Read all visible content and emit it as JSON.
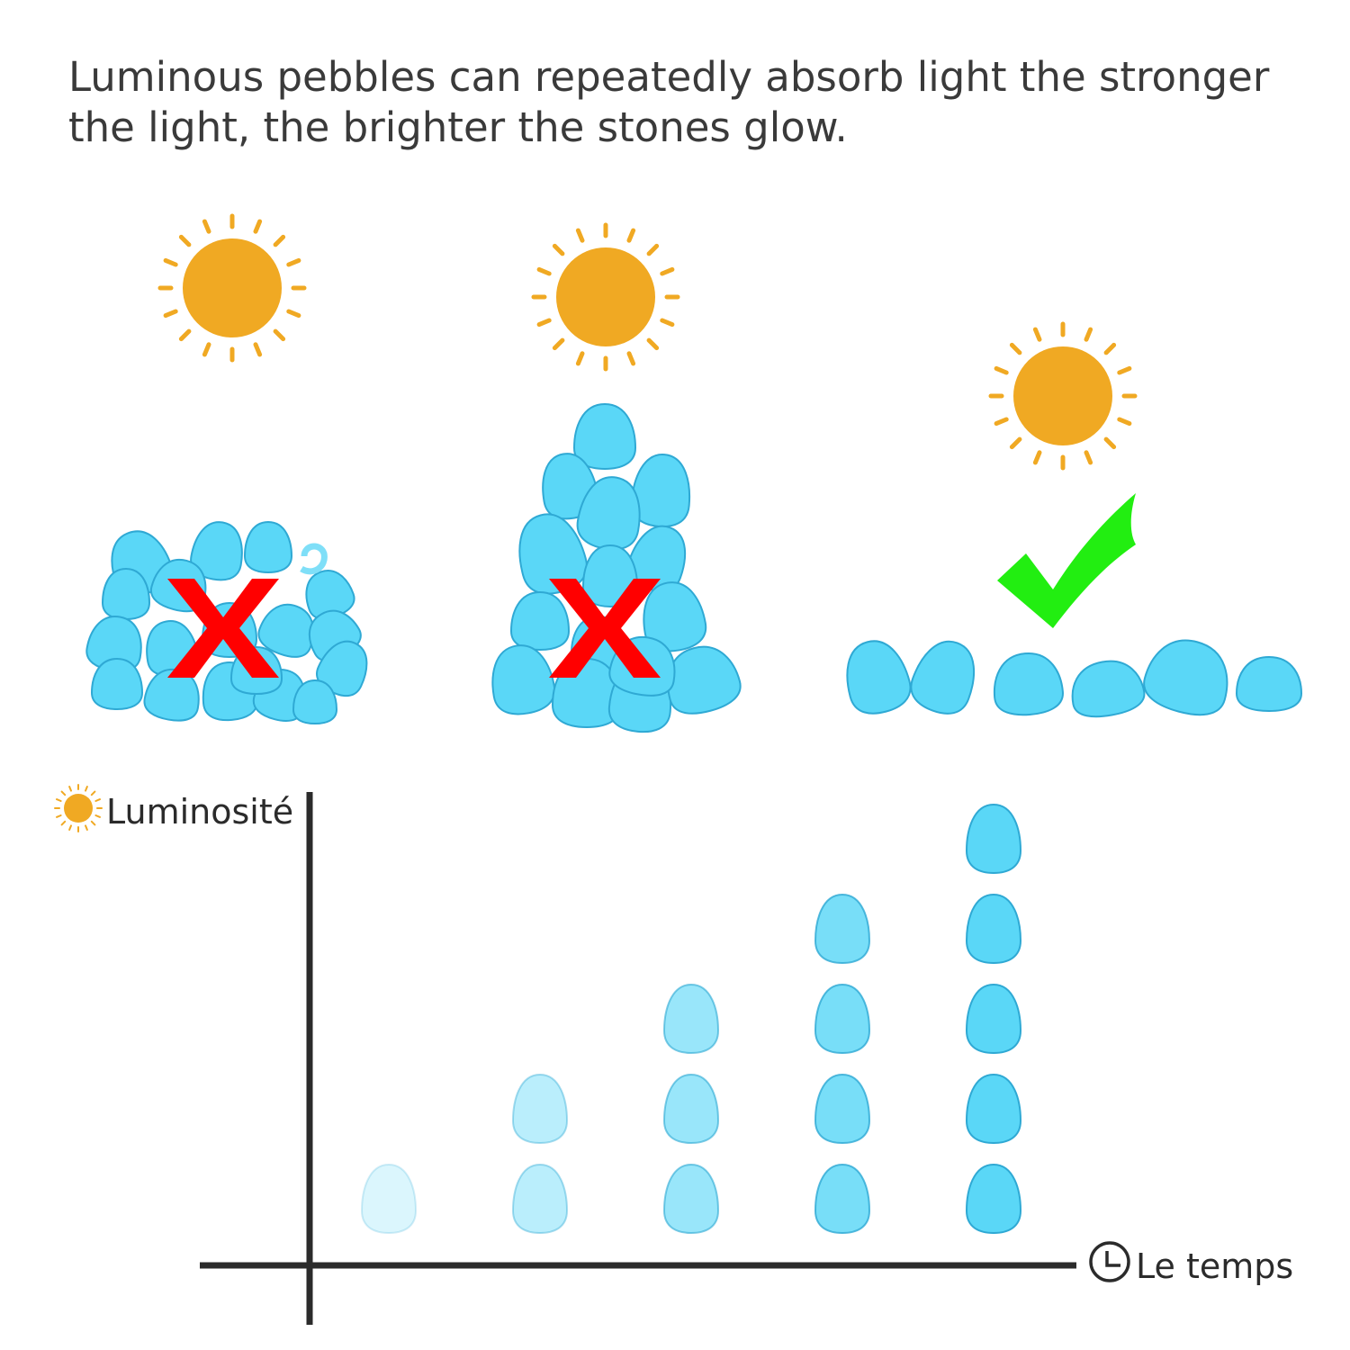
{
  "headline": "Luminous pebbles can repeatedly absorb light the stronger the light, the brighter the stones glow.",
  "colors": {
    "sun": "#f0a923",
    "pebble": "#5ad7f7",
    "pebble_edge": "#2fa9d4",
    "cross": "#ff0000",
    "check": "#22ee11",
    "axis": "#2b2b2b"
  },
  "scenes": [
    {
      "arrangement": "pile-spread",
      "status": "wrong",
      "mark_icon": "cross-mark-icon"
    },
    {
      "arrangement": "pile-tall",
      "status": "wrong",
      "mark_icon": "cross-mark-icon"
    },
    {
      "arrangement": "single-layer-row",
      "status": "correct",
      "mark_icon": "check-mark-icon"
    }
  ],
  "graph": {
    "y_label": "Luminosité",
    "y_icon": "sun-icon",
    "x_label": "Le temps",
    "x_icon": "clock-icon",
    "columns": [
      {
        "pebbles": 1,
        "opacity": 0.22
      },
      {
        "pebbles": 2,
        "opacity": 0.42
      },
      {
        "pebbles": 3,
        "opacity": 0.62
      },
      {
        "pebbles": 4,
        "opacity": 0.82
      },
      {
        "pebbles": 5,
        "opacity": 1.0
      }
    ]
  }
}
